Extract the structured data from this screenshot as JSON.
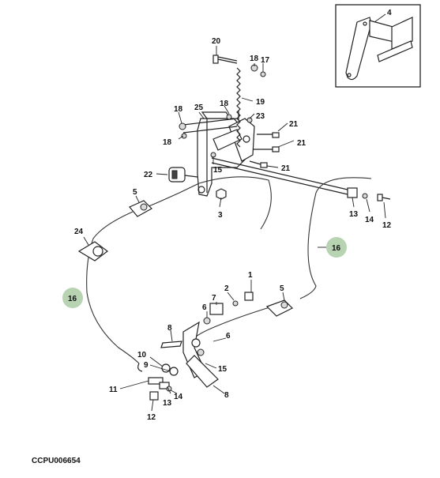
{
  "figure_ref": "CCPU006654",
  "callouts": {
    "c1": "1",
    "c2": "2",
    "c3": "3",
    "c4": "4",
    "c5a": "5",
    "c5b": "5",
    "c6a": "6",
    "c6b": "6",
    "c7": "7",
    "c8a": "8",
    "c8b": "8",
    "c9": "9",
    "c10": "10",
    "c11": "11",
    "c12a": "12",
    "c12b": "12",
    "c13a": "13",
    "c13b": "13",
    "c14a": "14",
    "c14b": "14",
    "c15a": "15",
    "c15b": "15",
    "c16a": "16",
    "c16b": "16",
    "c17": "17",
    "c18a": "18",
    "c18b": "18",
    "c18c": "18",
    "c18d": "18",
    "c19": "19",
    "c20": "20",
    "c21a": "21",
    "c21b": "21",
    "c21c": "21",
    "c22": "22",
    "c23": "23",
    "c24": "24",
    "c25": "25"
  },
  "colors": {
    "highlight_badge": "#b7d3b2",
    "line": "#222222"
  }
}
